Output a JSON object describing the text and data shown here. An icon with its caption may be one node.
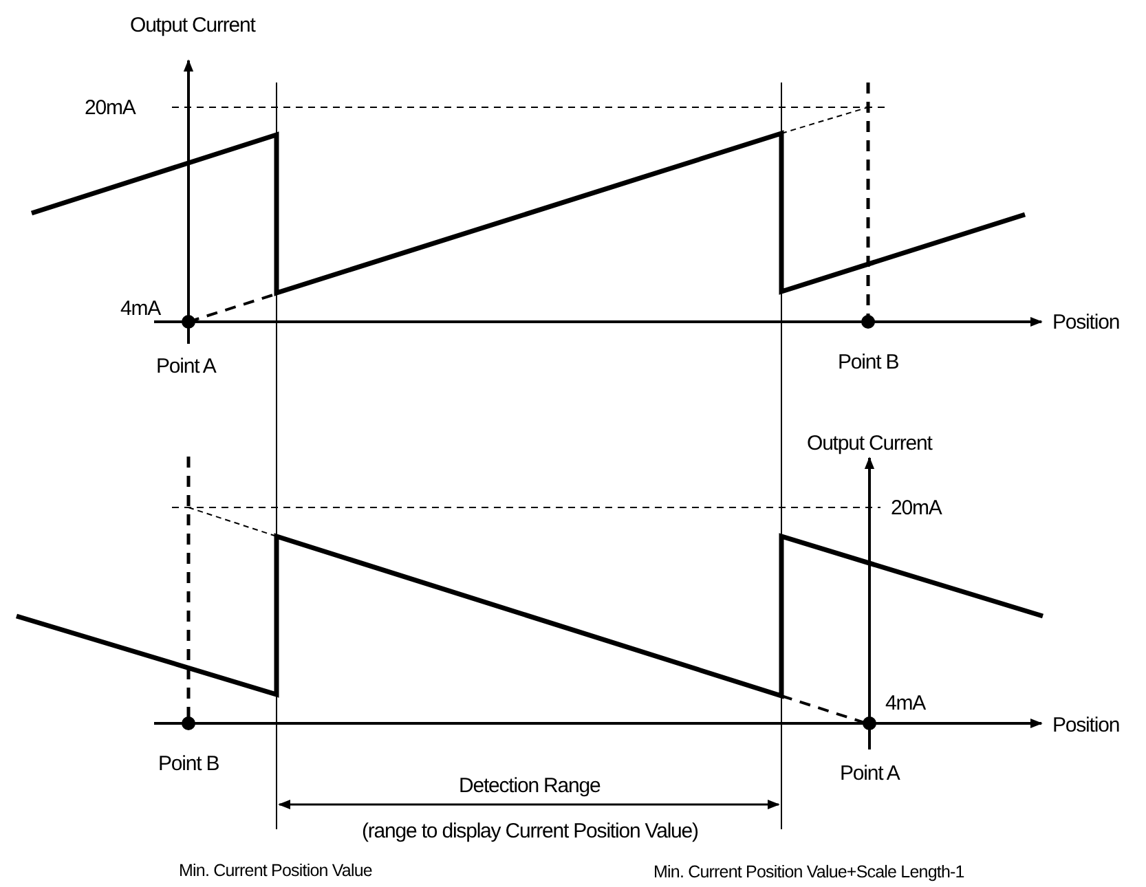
{
  "diagram": {
    "labels": [
      "Output Current",
      "20mA",
      "4mA",
      "Position",
      "Point A",
      "Point B",
      "Output Current",
      "20mA",
      "4mA",
      "Position",
      "Point B",
      "Point A",
      "Detection Range",
      "(range to display Current Position Value)",
      "Min. Current Position Value",
      "Min. Current Position Value+Scale Length-1"
    ]
  }
}
